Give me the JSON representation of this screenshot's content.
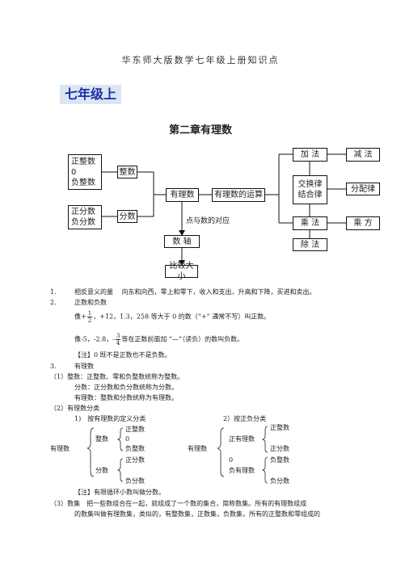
{
  "header": "华东师大版数学七年级上册知识点",
  "grade_title": "七年级上",
  "chapter_title": "第二章有理数",
  "diagram": {
    "pos_int": "正整数",
    "zero": "0",
    "neg_int": "负整数",
    "integer": "整数",
    "pos_frac": "正分数",
    "neg_frac": "负分数",
    "fraction": "分数",
    "rational": "有理数",
    "operations": "有理数的运算",
    "correspond": "点与数的对应",
    "axis": "数 轴",
    "compare": "比较大小",
    "add": "加 法",
    "subtract": "减 法",
    "commutative": "交换律",
    "associative": "结合律",
    "distributive": "分配律",
    "multiply": "乘 法",
    "power": "乘 方",
    "divide": "除 法"
  },
  "list": {
    "i1_num": "1.",
    "i1": "相反意义的量　 向东和向西，零上和零下，收入和支出，升高和下降，买进和卖出。",
    "i2_num": "2.",
    "i2": "正数和负数",
    "i2a_pre": "像+",
    "i2a_fn": "1",
    "i2a_fd": "2",
    "i2a_post": "，+12，1.3，258 等大于 0 的数（“+” 通常不写）叫正数。",
    "i2b_pre": "像-5，-2.8，-",
    "i2b_fn": "3",
    "i2b_fd": "4",
    "i2b_post": "等在正数前面加 “—”（读负）的数叫负数。",
    "note1": "【注】0 既不是正数也不是负数。",
    "i3_num": "3.",
    "i3": "有理数",
    "s1": "（1）整数：正整数、零和负整数统称为整数。",
    "s2": "分数：正分数和负分数统称为分数。",
    "s3": "有理数：整数和分数统称为有理数。",
    "s4": "（2）有理数分类",
    "c1": "1)　按有理数的定义分类",
    "c2": "2）按正负分类",
    "note2": "【注】有限循环小数叫做分数。",
    "s5": "（3）数集　把一些数组合在一起，就组成了一个数的集合，简称数集。所有的有理数组成",
    "s6": "的数集叫做有理数集，类似的，有整数集，正数集，负数集，所有的正整数和零组成的"
  },
  "tree1": {
    "root": "有理数",
    "a": "整数",
    "a1": "正整数",
    "a2": "0",
    "a3": "负整数",
    "b": "分数",
    "b1": "正分数",
    "b2": "负分数"
  },
  "tree2": {
    "root": "有理数",
    "a": "正有理数",
    "a1": "正整数",
    "a2": "正分数",
    "z": "0",
    "b": "负有理数",
    "b1": "负整数",
    "b2": "负分数"
  }
}
